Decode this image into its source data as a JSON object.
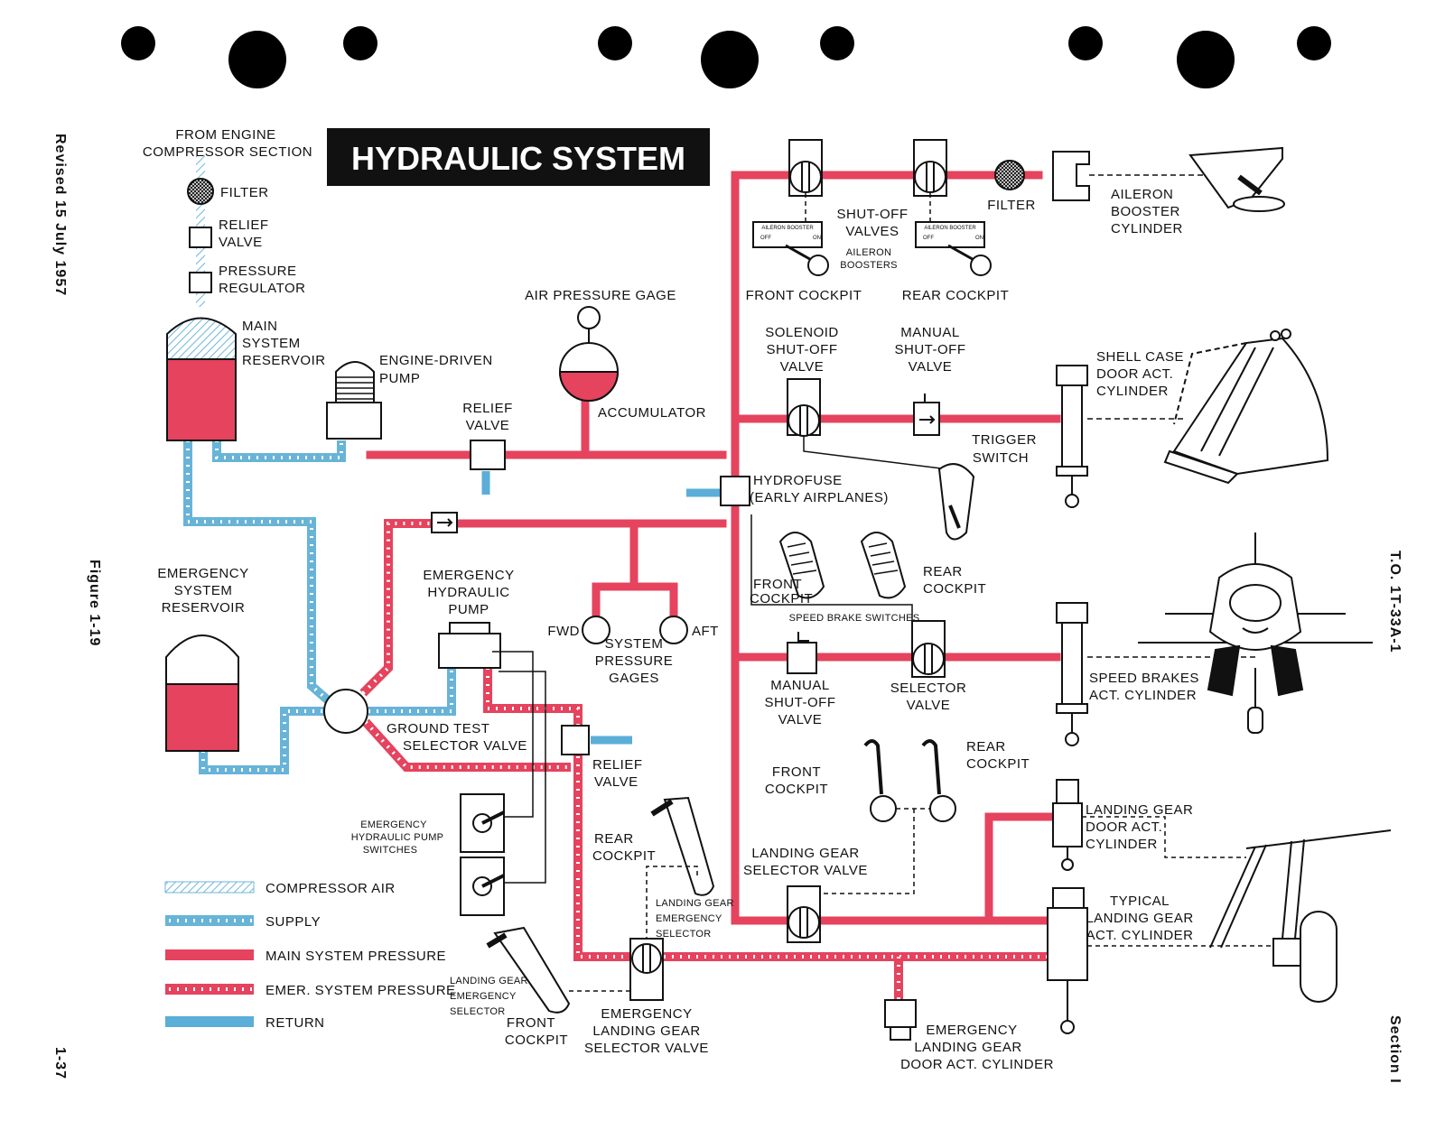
{
  "title": "HYDRAULIC SYSTEM",
  "margin": {
    "revised": "Revised 15 July 1957",
    "figure": "Figure 1-19",
    "page": "1-37",
    "to_number": "T.O. 1T-33A-1",
    "section": "Section I"
  },
  "colors": {
    "main_pressure": "#e5435e",
    "reservoir_fill": "#e5435e",
    "supply": "#68b4d8",
    "return": "#5aaed8",
    "compressor_air": "#6fb6db"
  },
  "labels": {
    "from_engine_1": "FROM ENGINE",
    "from_engine_2": "COMPRESSOR SECTION",
    "filter_top": "FILTER",
    "relief_top_1": "RELIEF",
    "relief_top_2": "VALVE",
    "press_reg_1": "PRESSURE",
    "press_reg_2": "REGULATOR",
    "main_res_1": "MAIN",
    "main_res_2": "SYSTEM",
    "main_res_3": "RESERVOIR",
    "edp_1": "ENGINE-DRIVEN",
    "edp_2": "PUMP",
    "relief_mid_1": "RELIEF",
    "relief_mid_2": "VALVE",
    "air_gage": "AIR PRESSURE GAGE",
    "accumulator": "ACCUMULATOR",
    "emer_res_1": "EMERGENCY",
    "emer_res_2": "SYSTEM",
    "emer_res_3": "RESERVOIR",
    "emer_pump_1": "EMERGENCY",
    "emer_pump_2": "HYDRAULIC",
    "emer_pump_3": "PUMP",
    "fwd": "FWD",
    "aft": "AFT",
    "sys_gages_1": "SYSTEM",
    "sys_gages_2": "PRESSURE",
    "sys_gages_3": "GAGES",
    "ground_test_1": "GROUND TEST",
    "ground_test_2": "SELECTOR VALVE",
    "relief_low_1": "RELIEF",
    "relief_low_2": "VALVE",
    "hydrofuse_1": "HYDROFUSE",
    "hydrofuse_2": "(EARLY AIRPLANES)",
    "shutoff_1": "SHUT-OFF",
    "shutoff_2": "VALVES",
    "ail_boosters_1": "AILERON",
    "ail_boosters_2": "BOOSTERS",
    "front_cockpit": "FRONT COCKPIT",
    "rear_cockpit": "REAR COCKPIT",
    "filter_right": "FILTER",
    "ail_cyl_1": "AILERON",
    "ail_cyl_2": "BOOSTER",
    "ail_cyl_3": "CYLINDER",
    "solenoid_1": "SOLENOID",
    "solenoid_2": "SHUT-OFF",
    "solenoid_3": "VALVE",
    "manual_1": "MANUAL",
    "manual_2": "SHUT-OFF",
    "manual_3": "VALVE",
    "shell_1": "SHELL CASE",
    "shell_2": "DOOR ACT.",
    "shell_3": "CYLINDER",
    "trigger_1": "TRIGGER",
    "trigger_2": "SWITCH",
    "sb_front_1": "FRONT",
    "sb_front_2": "COCKPIT",
    "sb_rear_1": "REAR",
    "sb_rear_2": "COCKPIT",
    "speed_brake_switches": "SPEED BRAKE SWITCHES",
    "manual2_1": "MANUAL",
    "manual2_2": "SHUT-OFF",
    "manual2_3": "VALVE",
    "selector_1": "SELECTOR",
    "selector_2": "VALVE",
    "sb_cyl_1": "SPEED BRAKES",
    "sb_cyl_2": "ACT. CYLINDER",
    "lg_front_1": "FRONT",
    "lg_front_2": "COCKPIT",
    "lg_rear_1": "REAR",
    "lg_rear_2": "COCKPIT",
    "lg_door_1": "LANDING GEAR",
    "lg_door_2": "DOOR ACT.",
    "lg_door_3": "CYLINDER",
    "lg_sel_1": "LANDING GEAR",
    "lg_sel_2": "SELECTOR VALVE",
    "typ_lg_1": "TYPICAL",
    "typ_lg_2": "LANDING GEAR",
    "typ_lg_3": "ACT. CYLINDER",
    "emer_pump_sw_1": "EMERGENCY",
    "emer_pump_sw_2": "HYDRAULIC PUMP",
    "emer_pump_sw_3": "SWITCHES",
    "rear_cockpit_2a": "REAR",
    "rear_cockpit_2b": "COCKPIT",
    "lg_emer_sel_1": "LANDING GEAR",
    "lg_emer_sel_2": "EMERGENCY",
    "lg_emer_sel_3": "SELECTOR",
    "lg_emer_sel_front_1": "LANDING GEAR",
    "lg_emer_sel_front_2": "EMERGENCY",
    "lg_emer_sel_front_3": "SELECTOR",
    "front_cockpit_2a": "FRONT",
    "front_cockpit_2b": "COCKPIT",
    "emer_lg_sel_1": "EMERGENCY",
    "emer_lg_sel_2": "LANDING GEAR",
    "emer_lg_sel_3": "SELECTOR VALVE",
    "emer_lg_door_1": "EMERGENCY",
    "emer_lg_door_2": "LANDING GEAR",
    "emer_lg_door_3": "DOOR ACT. CYLINDER",
    "switch_plate": "AILERON BOOSTER",
    "switch_off": "OFF",
    "switch_on": "ON"
  },
  "legend": [
    {
      "key": "compressor_air",
      "label": "COMPRESSOR AIR"
    },
    {
      "key": "supply",
      "label": "SUPPLY"
    },
    {
      "key": "main_pressure",
      "label": "MAIN SYSTEM PRESSURE"
    },
    {
      "key": "emer_pressure",
      "label": "EMER. SYSTEM PRESSURE"
    },
    {
      "key": "return",
      "label": "RETURN"
    }
  ]
}
